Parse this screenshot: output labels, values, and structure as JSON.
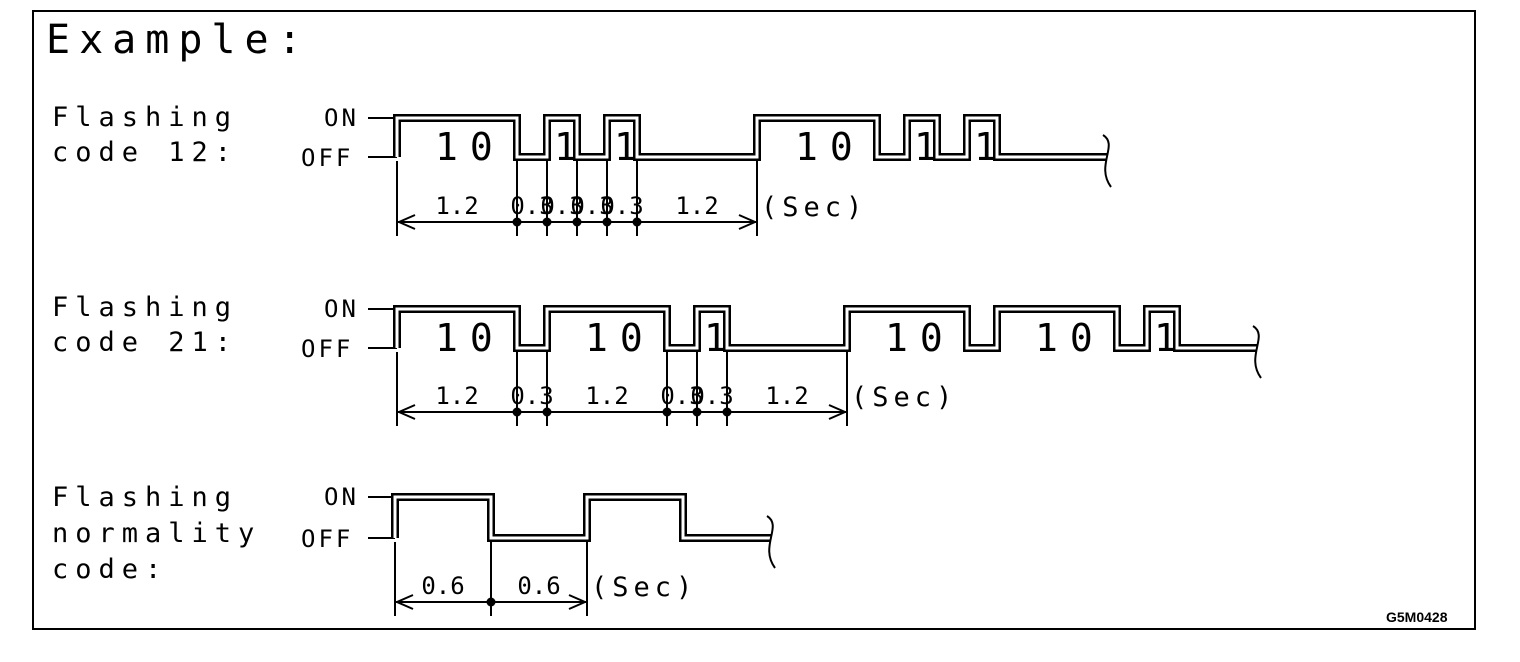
{
  "title": "Example:",
  "ref_code": "G5M0428",
  "colors": {
    "ink": "#000000",
    "paper": "#ffffff"
  },
  "rows": [
    {
      "id": "code-12",
      "label_lines": [
        "Flashing",
        "code 12:"
      ],
      "on_label": "ON",
      "off_label": "OFF",
      "unit": "(Sec)",
      "segments": [
        {
          "state": "on",
          "dur": "1.2",
          "digit": "10"
        },
        {
          "state": "off",
          "dur": "0.3",
          "digit": ""
        },
        {
          "state": "on",
          "dur": "0.3",
          "digit": "1"
        },
        {
          "state": "off",
          "dur": "0.3",
          "digit": ""
        },
        {
          "state": "on",
          "dur": "0.3",
          "digit": "1"
        },
        {
          "state": "off",
          "dur": "1.2",
          "digit": ""
        }
      ],
      "repeat_digits": [
        "10",
        "1",
        "1"
      ]
    },
    {
      "id": "code-21",
      "label_lines": [
        "Flashing",
        "code 21:"
      ],
      "on_label": "ON",
      "off_label": "OFF",
      "unit": "(Sec)",
      "segments": [
        {
          "state": "on",
          "dur": "1.2",
          "digit": "10"
        },
        {
          "state": "off",
          "dur": "0.3",
          "digit": ""
        },
        {
          "state": "on",
          "dur": "1.2",
          "digit": "10"
        },
        {
          "state": "off",
          "dur": "0.3",
          "digit": ""
        },
        {
          "state": "on",
          "dur": "0.3",
          "digit": "1"
        },
        {
          "state": "off",
          "dur": "1.2",
          "digit": ""
        }
      ],
      "repeat_digits": [
        "10",
        "10",
        "1"
      ]
    },
    {
      "id": "normality",
      "label_lines": [
        "Flashing",
        "normality",
        "code:"
      ],
      "on_label": "ON",
      "off_label": "OFF",
      "unit": "(Sec)",
      "segments": [
        {
          "state": "on",
          "dur": "0.6",
          "digit": ""
        },
        {
          "state": "off",
          "dur": "0.6",
          "digit": ""
        }
      ],
      "repeat_digits": [
        ""
      ]
    }
  ]
}
